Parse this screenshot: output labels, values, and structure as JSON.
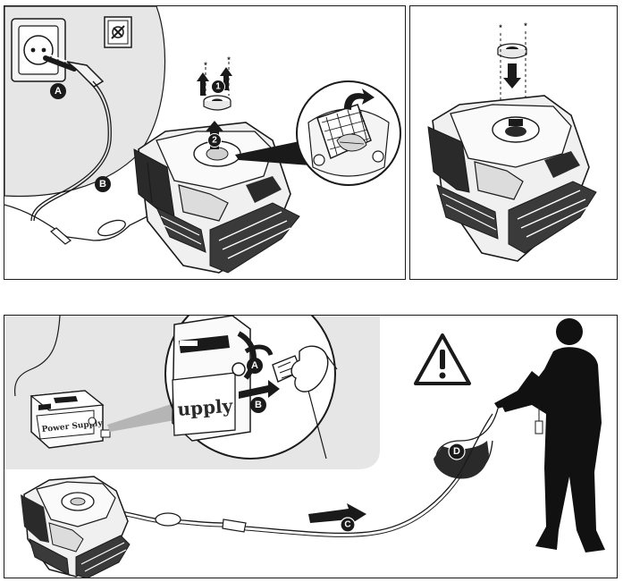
{
  "callouts": {
    "a_top": "A",
    "b_top": "B",
    "step1": "1",
    "step2": "2",
    "a_bottom": "A",
    "b_bottom": "B",
    "c_bottom": "C",
    "d_bottom": "D"
  },
  "power_supply": {
    "label_short": "Power Supply",
    "label_zoom": "upply"
  },
  "icons": {
    "warning": "warning-triangle-icon",
    "wall_socket": "wall-socket-icon",
    "plug": "power-plug-icon"
  },
  "colors": {
    "ink": "#1a1a1a",
    "panel_bg_gray": "#e6e6e6",
    "silhouette": "#111111"
  }
}
